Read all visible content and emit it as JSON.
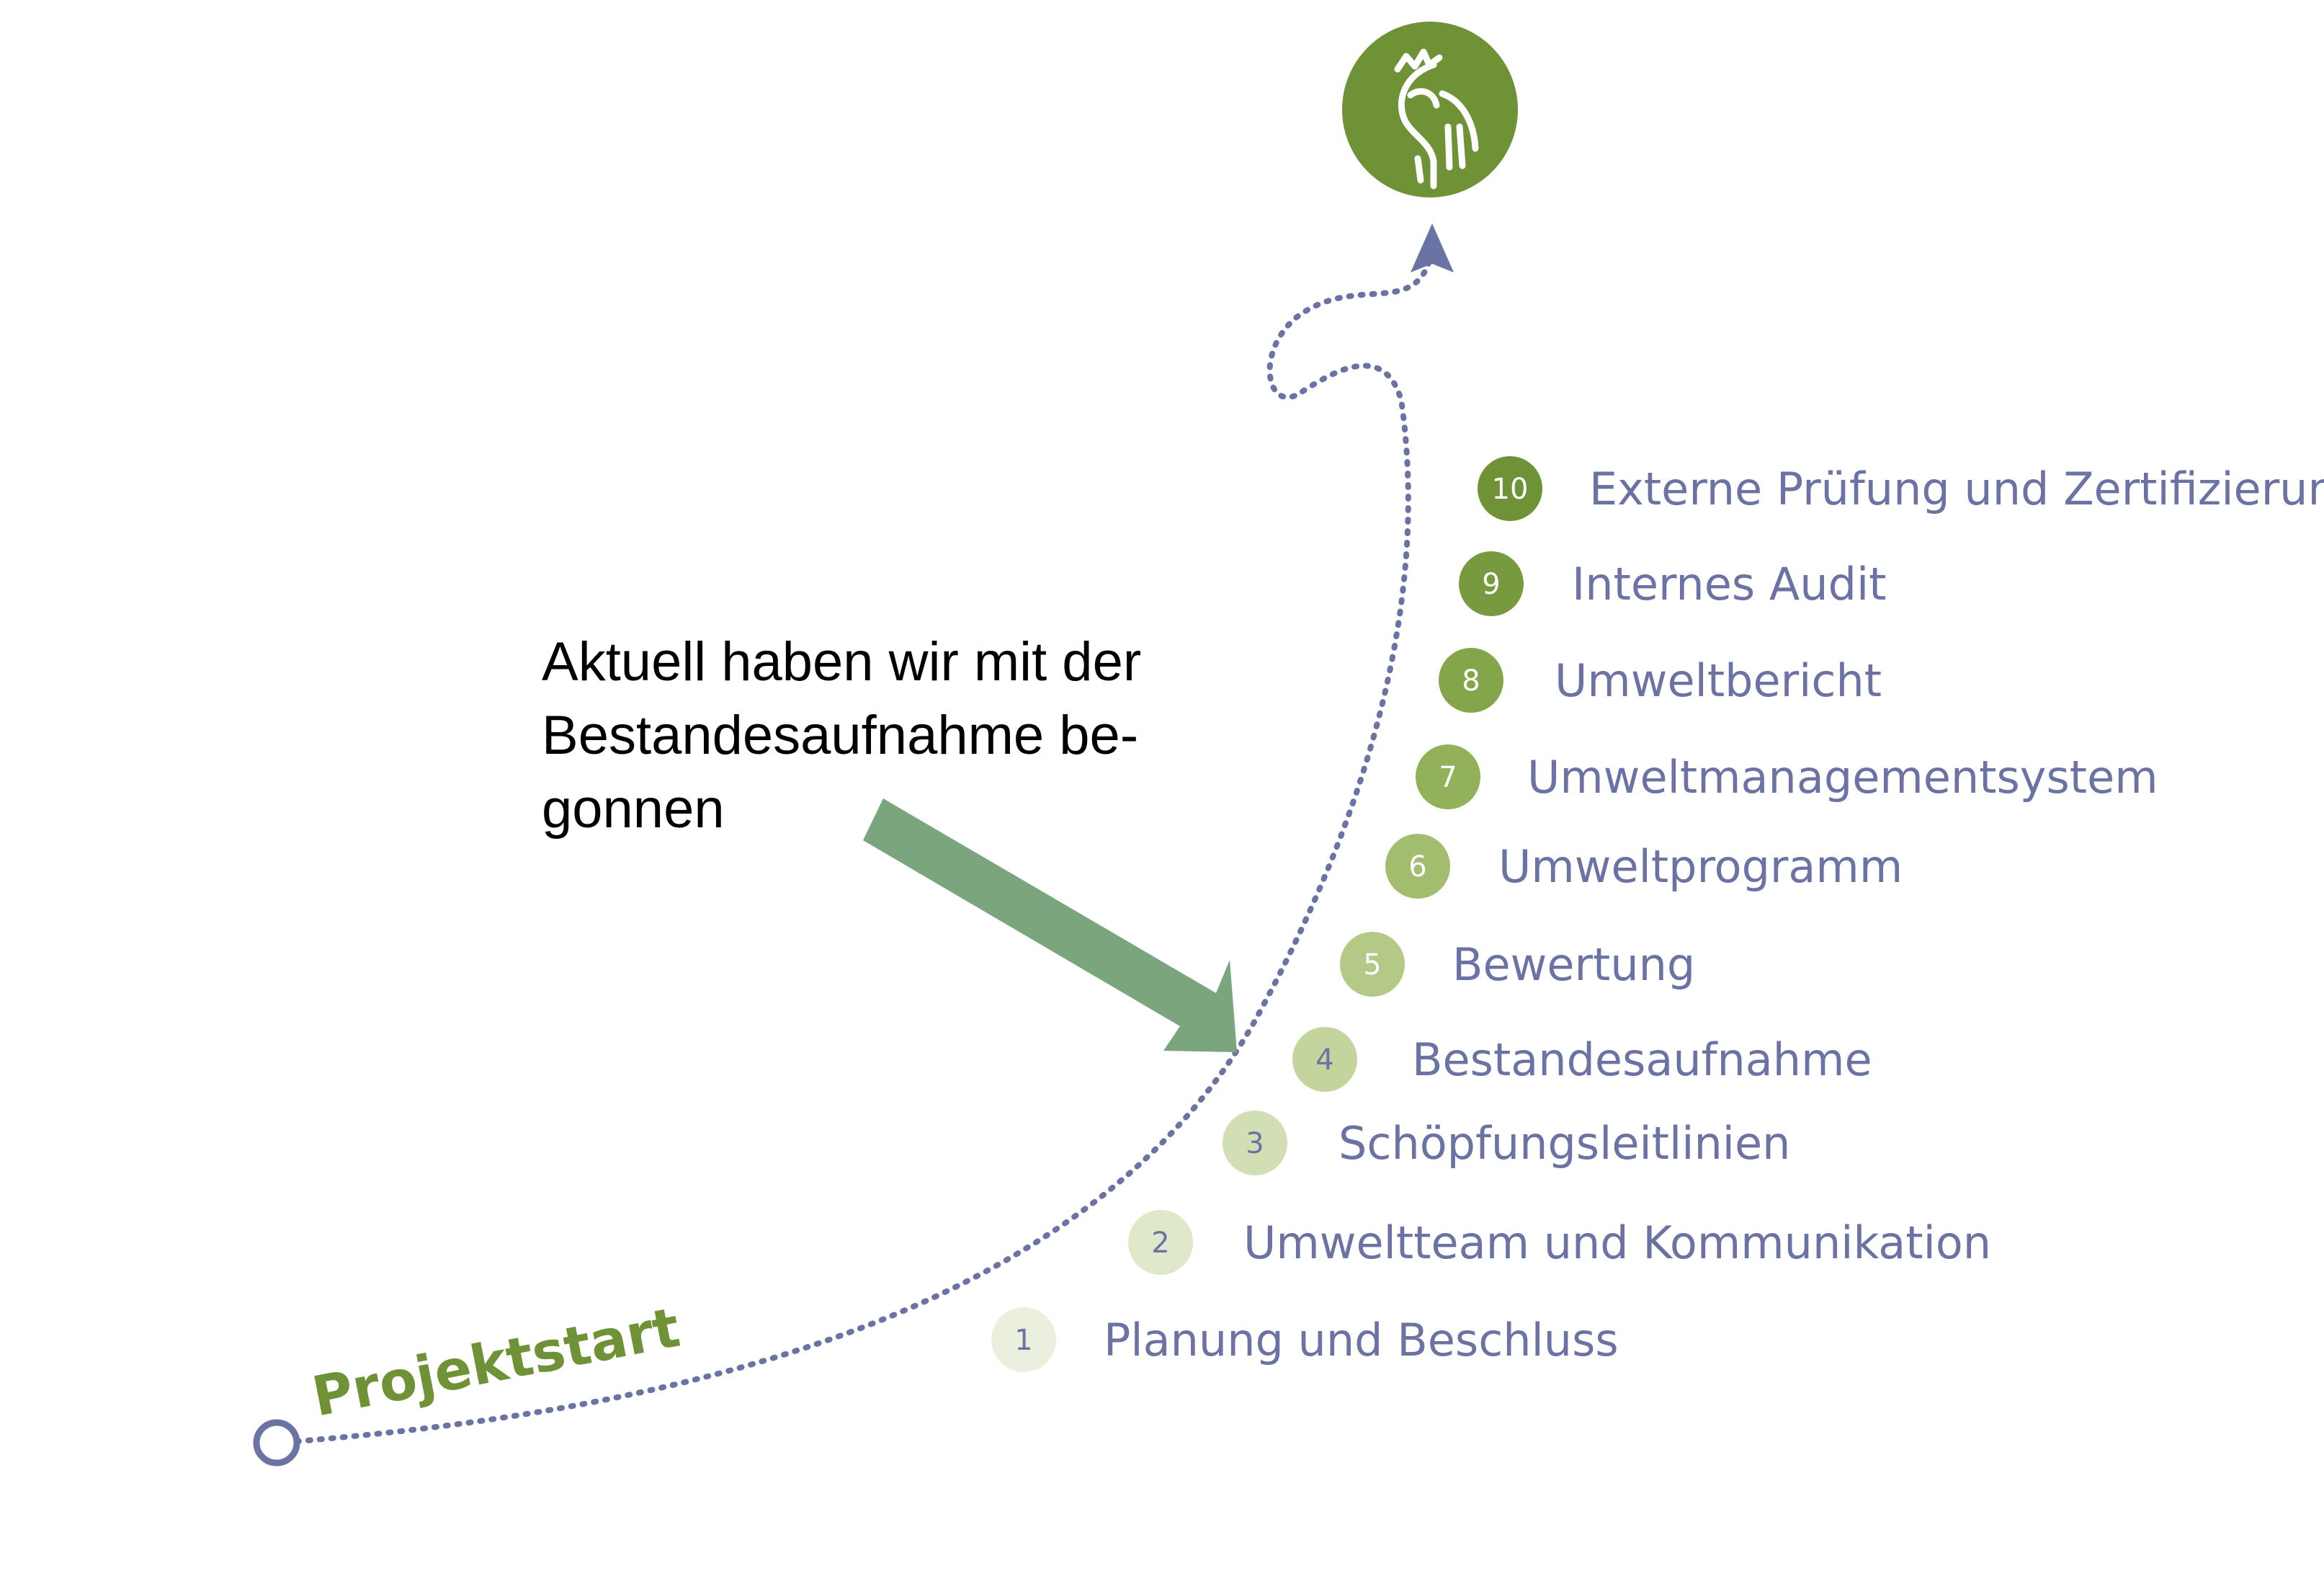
{
  "start": {
    "label": "Projektstart"
  },
  "annotation": {
    "lines": [
      "Aktuell haben wir mit der",
      "Bestandesaufnahme be-",
      "gonnen"
    ]
  },
  "steps": [
    {
      "number": "1",
      "label": "Planung und Beschluss"
    },
    {
      "number": "2",
      "label": "Umweltteam und Kommunikation"
    },
    {
      "number": "3",
      "label": "Schöpfungsleitlinien"
    },
    {
      "number": "4",
      "label": "Bestandesaufnahme"
    },
    {
      "number": "5",
      "label": "Bewertung"
    },
    {
      "number": "6",
      "label": "Umweltprogramm"
    },
    {
      "number": "7",
      "label": "Umweltmanagementsystem"
    },
    {
      "number": "8",
      "label": "Umweltbericht"
    },
    {
      "number": "9",
      "label": "Internes Audit"
    },
    {
      "number": "10",
      "label": "Externe Prüfung und Zertifizierung"
    }
  ],
  "logo": {
    "icon": "rooster-icon"
  },
  "colors": {
    "path": "#6b72a4",
    "text_blue": "#6b72a4",
    "start_green": "#6f9236",
    "logo_green": "#6f9236",
    "pointer_arrow": "#7aa57d",
    "step_fills": [
      "#ebf0de",
      "#e0e8ca",
      "#d2dfb4",
      "#c3d49c",
      "#b3c985",
      "#a2bd6e",
      "#92b15a",
      "#85a54a",
      "#789a3f",
      "#6f9236"
    ]
  }
}
